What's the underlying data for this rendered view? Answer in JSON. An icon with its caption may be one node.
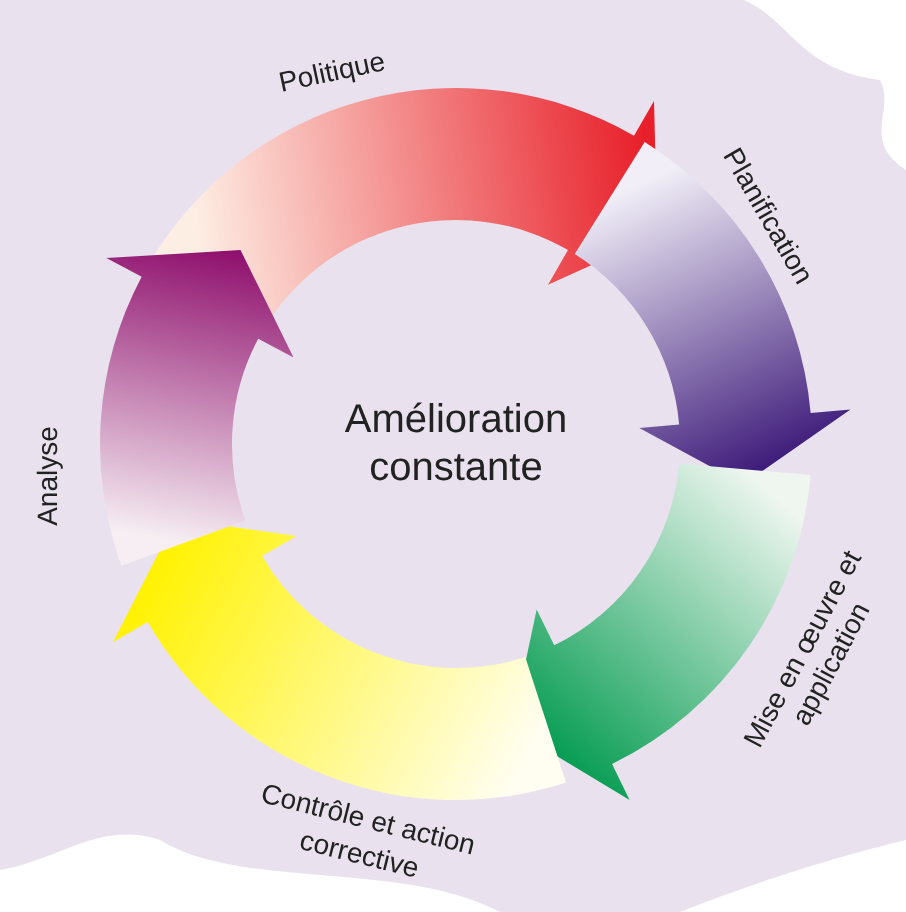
{
  "diagram": {
    "labels": [
      "Politique",
      "Planification",
      "Mise en œuvre et application",
      "Contrôle et action corrective",
      "Analyse",
      "Amélioration constante"
    ]
  }
}
